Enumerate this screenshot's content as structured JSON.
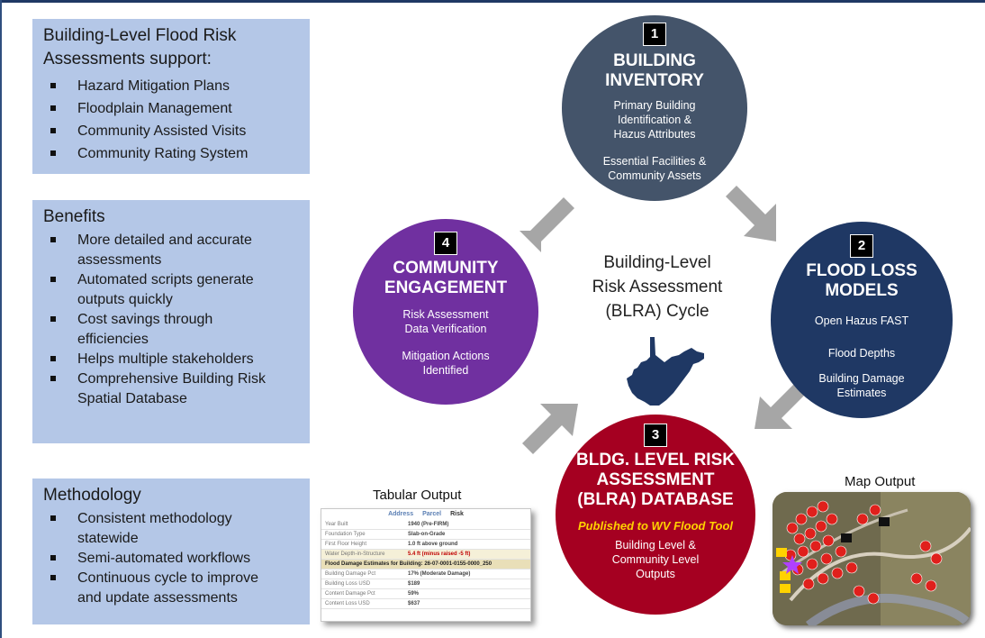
{
  "panels": {
    "support": {
      "title_line1": "Building-Level Flood Risk",
      "title_line2": "Assessments support:",
      "items": [
        "Hazard Mitigation Plans",
        "Floodplain Management",
        "Community Assisted Visits",
        "Community Rating System"
      ]
    },
    "benefits": {
      "title": "Benefits",
      "items": [
        [
          "More detailed and accurate",
          "assessments"
        ],
        [
          "Automated scripts generate",
          "outputs quickly"
        ],
        [
          "Cost savings through",
          "efficiencies"
        ],
        [
          "Helps multiple stakeholders"
        ],
        [
          "Comprehensive Building Risk",
          "Spatial Database"
        ]
      ]
    },
    "methodology": {
      "title": "Methodology",
      "items": [
        [
          "Consistent methodology",
          "statewide"
        ],
        [
          "Semi-automated workflows"
        ],
        [
          "Continuous cycle to improve",
          "and update assessments"
        ]
      ]
    }
  },
  "cycle": {
    "center_line1": "Building-Level",
    "center_line2": "Risk Assessment",
    "center_line3": "(BLRA) Cycle",
    "steps": [
      {
        "num": "1",
        "title1": "BUILDING",
        "title2": "INVENTORY",
        "sub": [
          "Primary Building",
          "Identification &",
          "Hazus Attributes",
          "",
          "Essential Facilities &",
          "Community Assets"
        ],
        "color": "#44546a"
      },
      {
        "num": "2",
        "title1": "FLOOD LOSS",
        "title2": "MODELS",
        "sub": [
          "Open Hazus FAST",
          "",
          "Flood Depths",
          "",
          "Building Damage",
          "Estimates"
        ],
        "color": "#1f3864"
      },
      {
        "num": "3",
        "title1": "BLDG. LEVEL RISK",
        "title2": "ASSESSMENT",
        "title3": "(BLRA) DATABASE",
        "highlight": "Published to WV Flood Tool",
        "sub": [
          "Building Level &",
          "Community Level",
          "Outputs"
        ],
        "color": "#a50021"
      },
      {
        "num": "4",
        "title1": "COMMUNITY",
        "title2": "ENGAGEMENT",
        "sub": [
          "Risk Assessment",
          "Data Verification",
          "",
          "Mitigation Actions",
          "Identified"
        ],
        "color": "#7030a0"
      }
    ],
    "highlight_color": "#ffd200",
    "arrow_color": "#a6a6a6"
  },
  "outputs": {
    "tabular_caption": "Tabular Output",
    "map_caption": "Map Output",
    "tabular": {
      "tabs": [
        "Address",
        "Parcel",
        "Risk"
      ],
      "rows": [
        [
          "Year Built",
          "1940 (Pre-FIRM)"
        ],
        [
          "Foundation Type",
          "Slab-on-Grade"
        ],
        [
          "First Floor Height",
          "1.0 ft above ground"
        ],
        [
          "Water Depth-in-Structure",
          "5.4 ft (minus raised -5 ft)"
        ]
      ],
      "section": "Flood Damage Estimates for Building: 26-07-0001-0155-0000_250",
      "rows2": [
        [
          "Building Damage Pct",
          "17% (Moderate Damage)"
        ],
        [
          "Building Loss USD",
          "$189"
        ],
        [
          "Content Damage Pct",
          "59%"
        ],
        [
          "Content Loss USD",
          "$637"
        ]
      ]
    }
  }
}
